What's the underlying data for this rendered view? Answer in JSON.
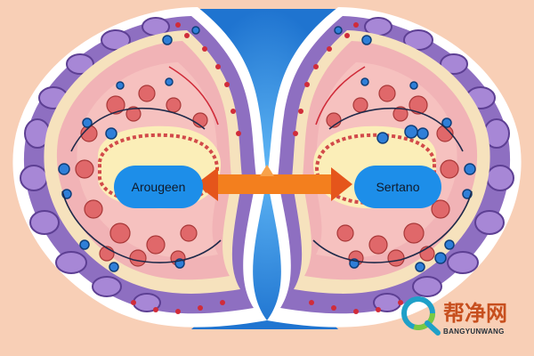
{
  "diagram": {
    "left_node": {
      "label": "Arougeen"
    },
    "right_node": {
      "label": "Sertano"
    },
    "connector": "double-arrow-icon"
  },
  "colors": {
    "background": "#f8cfb6",
    "center_blue": "#2f8de4",
    "outer_purple": "#8e6fc1",
    "tissue_pink": "#f1b3b6",
    "cream_core": "#fbeeb8",
    "red_cell": "#d95c5d",
    "arrow_orange": "#f37f1e",
    "node_blue": "#1d8ee9"
  },
  "watermark": {
    "cn": "帮净网",
    "en": "BANGYUNWANG",
    "icon": "magnifier-logo-icon"
  }
}
